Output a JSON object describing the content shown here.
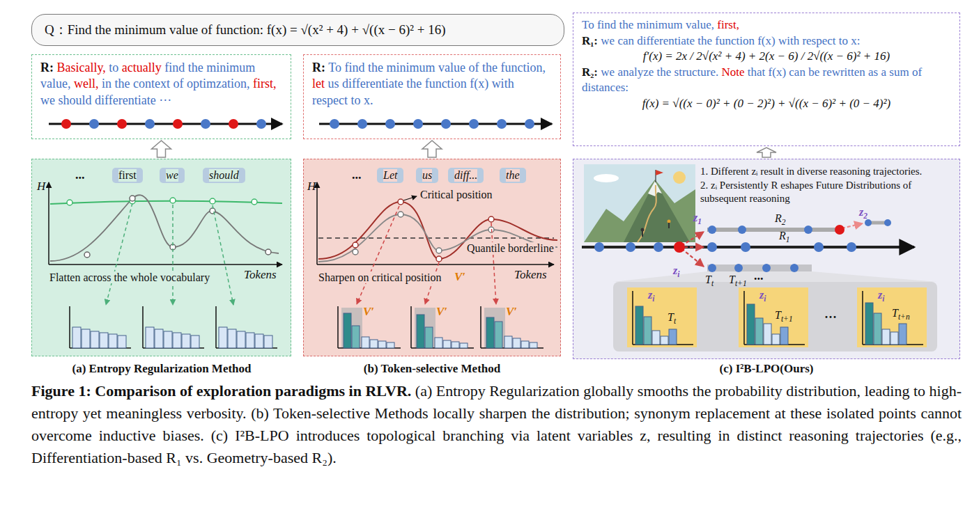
{
  "diagram": {
    "caption": "Figure 1: Comparison of exploration paradigms in RLVR. (a) Entropy Regularization globally smooths the probability distribution, leading to high-entropy yet meaningless verbosity. (b) Token-selective Methods locally sharpen the distribution; synonym replacement at these isolated points cannot overcome inductive biases. (c) I²B-LPO introduces topological branching via latent variables z, resulting in distinct reasoning trajectories (e.g., Differentiation-based R₁ vs. Geometry-based R₂).",
    "nodes": [
      {
        "text": [
          "Q：Find the minimum value of function: f(x) = √(x² + 4) + √((x − 6)² + 16)"
        ]
      },
      {
        "text": [
          "R: Basically, to actually find the minimum value, well, in the context of optimzation, first, we should differentiate ···"
        ]
      },
      {
        "text": [
          "Flatten across the whole vocabulary"
        ]
      },
      {
        "text": [
          "first"
        ],
        "in": 2
      },
      {
        "text": [
          "we"
        ],
        "in": 2
      },
      {
        "text": [
          "should"
        ],
        "in": 2
      },
      {
        "text": [
          "R: To find the minimum value of the function, let us differentiate the function f(x) with respect to x."
        ]
      },
      {
        "text": [
          "Sharpen on critical position"
        ]
      },
      {
        "text": [
          "Let"
        ],
        "in": 7
      },
      {
        "text": [
          "us"
        ],
        "in": 7
      },
      {
        "text": [
          "diff..."
        ],
        "in": 7
      },
      {
        "text": [
          "the"
        ],
        "in": 7
      },
      {
        "text": [
          "To find the minimum value, first,",
          "R₁: we can differentiate the function f(x) with respect to x:",
          "f′(x) = 2x / 2√(x² + 4) + 2(x − 6) / 2√((x − 6)² + 16)",
          "R₂: we analyze the structure. Note that f(x) can be rewritten as a sum of distances:",
          "f(x) = √((x − 0)² + (0 − 2)²) + √((x − 6)² + (0 − 4)²)"
        ]
      },
      {
        "text": [
          "1. Different zᵢ result in diverse reasoning trajectories.",
          "2. zᵢ Persistently R eshapes Future Distributions of subsequent reasoning"
        ]
      }
    ],
    "edges": [
      {
        "from": 2,
        "to": 1,
        "arrow": "to"
      },
      {
        "from": 7,
        "to": 6,
        "arrow": "to"
      },
      {
        "from": 13,
        "to": 12,
        "arrow": "to"
      }
    ],
    "labels": [
      "...",
      "H",
      "Tokens",
      "(a) Entropy Regularization Method",
      "...",
      "Critical position",
      "H",
      "Quantile borderline",
      "Tokens",
      "V′",
      "V′",
      "V′",
      "V′",
      "(b) Token-selective Method",
      "z1",
      "R2",
      "z2",
      "R1",
      "zi",
      "Tt",
      "Tt+1",
      "...",
      "zi",
      "Tt",
      "zi",
      "Tt+1",
      "···",
      "zi",
      "Tt+n",
      "(c) I²B-LPO(Ours)"
    ]
  }
}
